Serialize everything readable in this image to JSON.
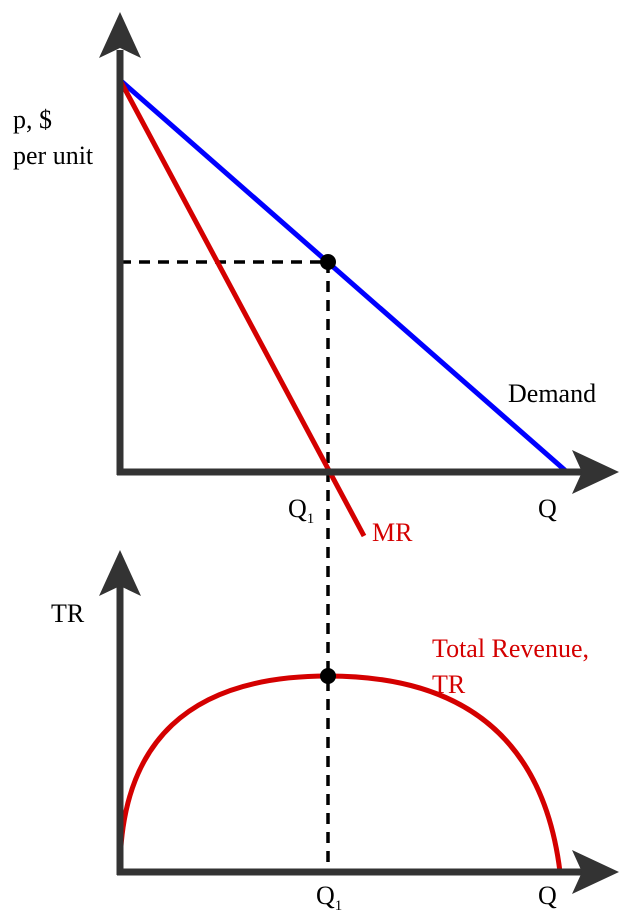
{
  "top_panel": {
    "y_label_line1": "p, $",
    "y_label_line2": "per unit",
    "demand_label": "Demand",
    "mr_label": "MR",
    "x_axis_label": "Q",
    "q1_label": "Q",
    "q1_subscript": "1"
  },
  "bottom_panel": {
    "y_label": "TR",
    "tr_label_line1": "Total Revenue,",
    "tr_label_line2": "TR",
    "x_axis_label": "Q",
    "q1_label": "Q",
    "q1_subscript": "1"
  },
  "colors": {
    "axis": "#333333",
    "demand": "#0000ff",
    "marginal_revenue": "#d40000",
    "total_revenue": "#d40000",
    "dashed_guide": "#000000"
  }
}
